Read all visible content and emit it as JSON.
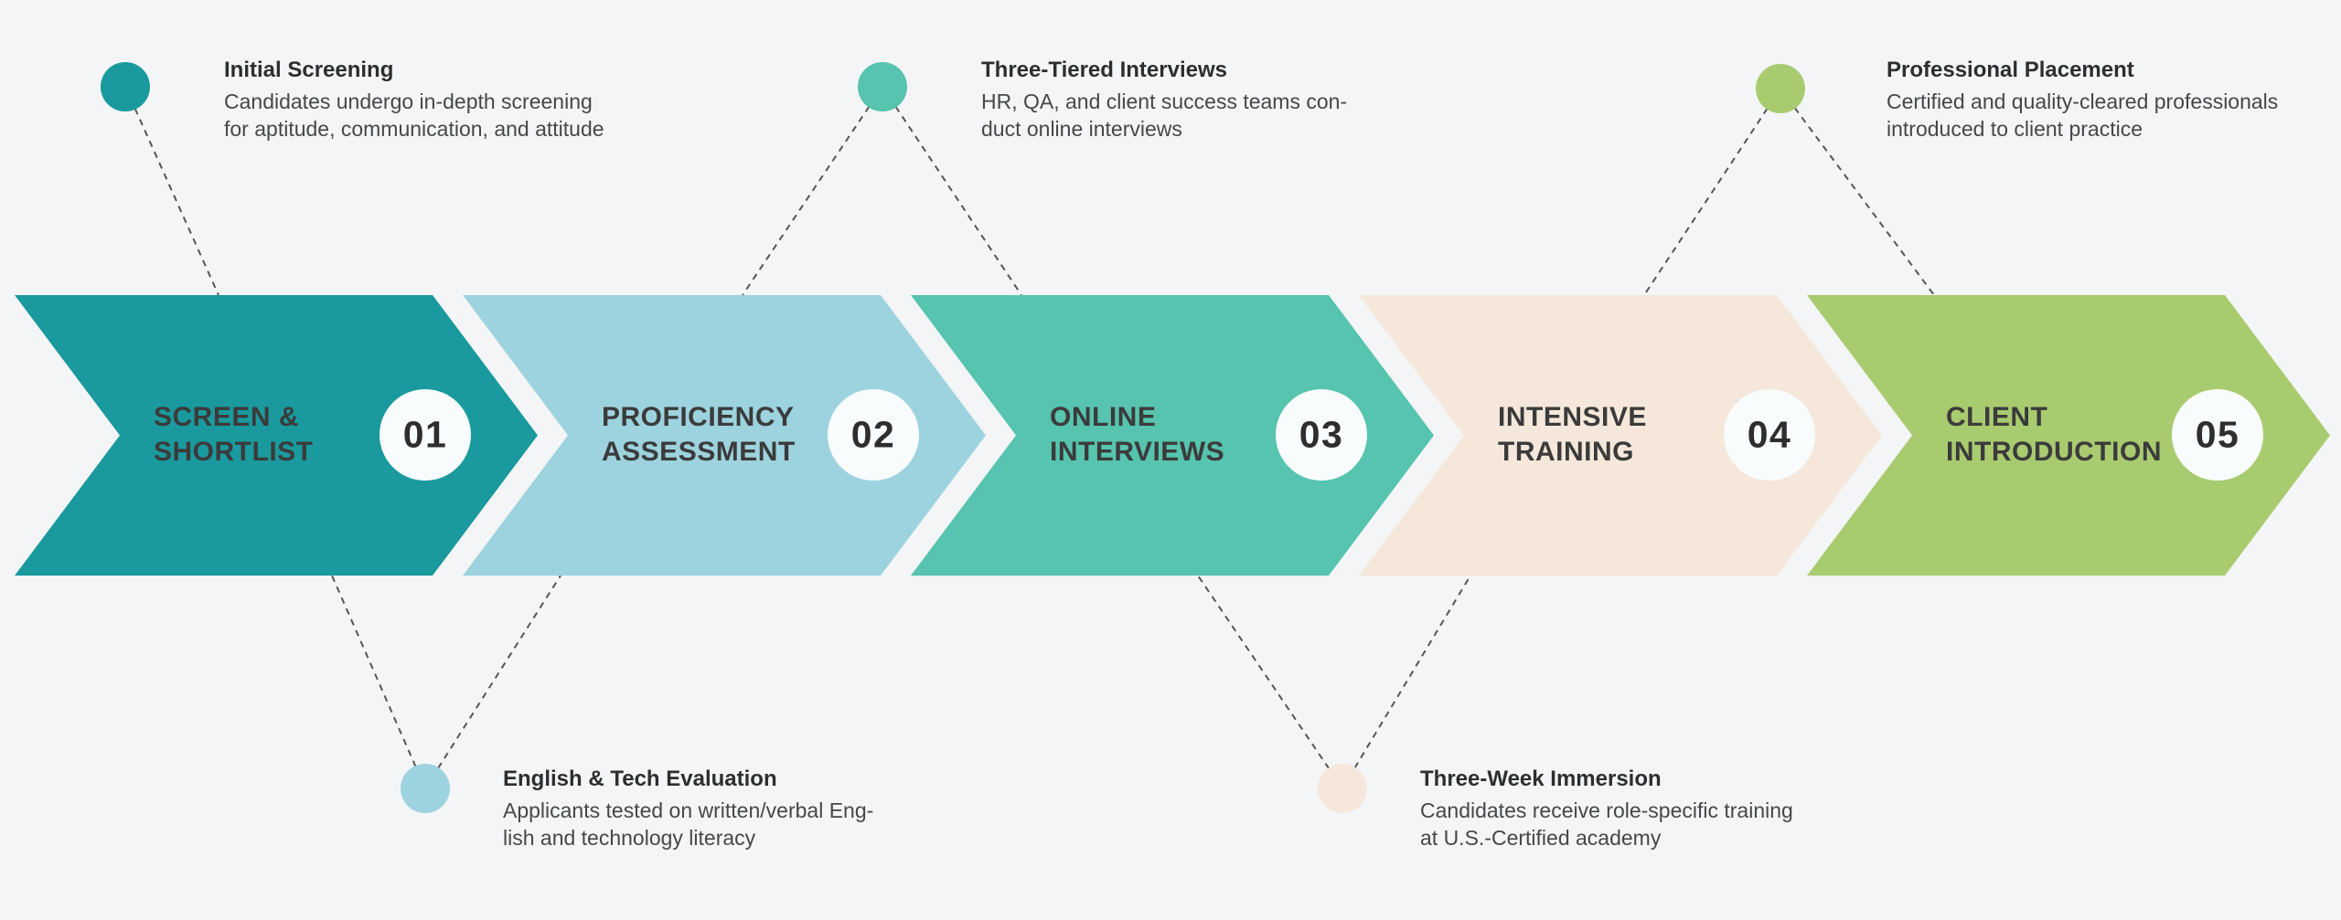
{
  "page": {
    "background": "#f4f5f6",
    "connector_color": "#555555",
    "number_circle_fill": "#f9fcfc"
  },
  "process": {
    "steps": [
      {
        "number": "01",
        "label_line1": "SCREEN &",
        "label_line2": "SHORTLIST",
        "color": "#1a9a9e"
      },
      {
        "number": "02",
        "label_line1": "PROFICIENCY",
        "label_line2": "ASSESSMENT",
        "color": "#9dd3df"
      },
      {
        "number": "03",
        "label_line1": "ONLINE",
        "label_line2": "INTERVIEWS",
        "color": "#56c4ae"
      },
      {
        "number": "04",
        "label_line1": "INTENSIVE",
        "label_line2": "TRAINING",
        "color": "#f5e8da"
      },
      {
        "number": "05",
        "label_line1": "CLIENT",
        "label_line2": "INTRODUCTION",
        "color": "#a9cb70"
      }
    ]
  },
  "annotations": [
    {
      "title": "Initial Screening",
      "body_line1": "Candidates undergo in-depth screening",
      "body_line2": "for aptitude, communication, and attitude",
      "dot_color": "#1a9a9e"
    },
    {
      "title": "Three-Tiered Interviews",
      "body_line1": "HR, QA, and client success teams con-",
      "body_line2": "duct online interviews",
      "dot_color": "#56c4ae"
    },
    {
      "title": "Professional Placement",
      "body_line1": "Certified and quality-cleared professionals",
      "body_line2": "introduced to client practice",
      "dot_color": "#a9cb70"
    },
    {
      "title": "English & Tech Evaluation",
      "body_line1": "Applicants tested on written/verbal Eng-",
      "body_line2": "lish and technology literacy",
      "dot_color": "#9dd3df"
    },
    {
      "title": "Three-Week Immersion",
      "body_line1": "Candidates receive role-specific training",
      "body_line2": "at U.S.-Certified academy",
      "dot_color": "#f5e8da"
    }
  ]
}
